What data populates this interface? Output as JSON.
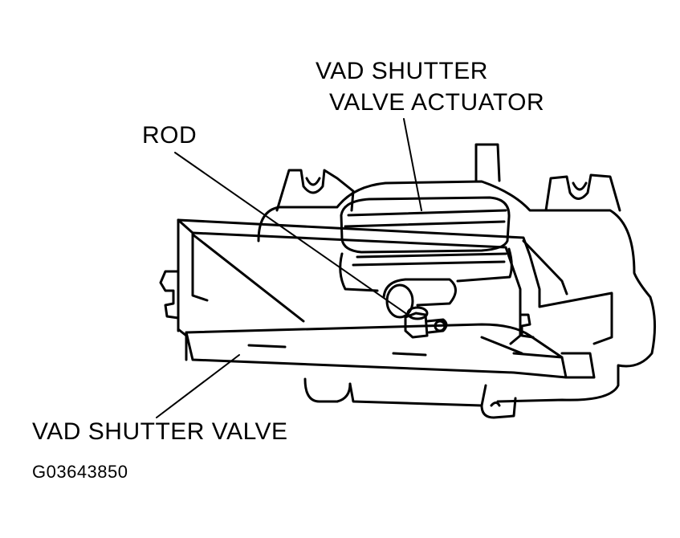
{
  "labels": {
    "actuator_line1": "VAD SHUTTER",
    "actuator_line2": "VALVE ACTUATOR",
    "rod": "ROD",
    "shutter_valve": "VAD SHUTTER VALVE",
    "figure_code": "G03643850"
  },
  "style": {
    "line_color": "#000000",
    "background": "#ffffff"
  }
}
